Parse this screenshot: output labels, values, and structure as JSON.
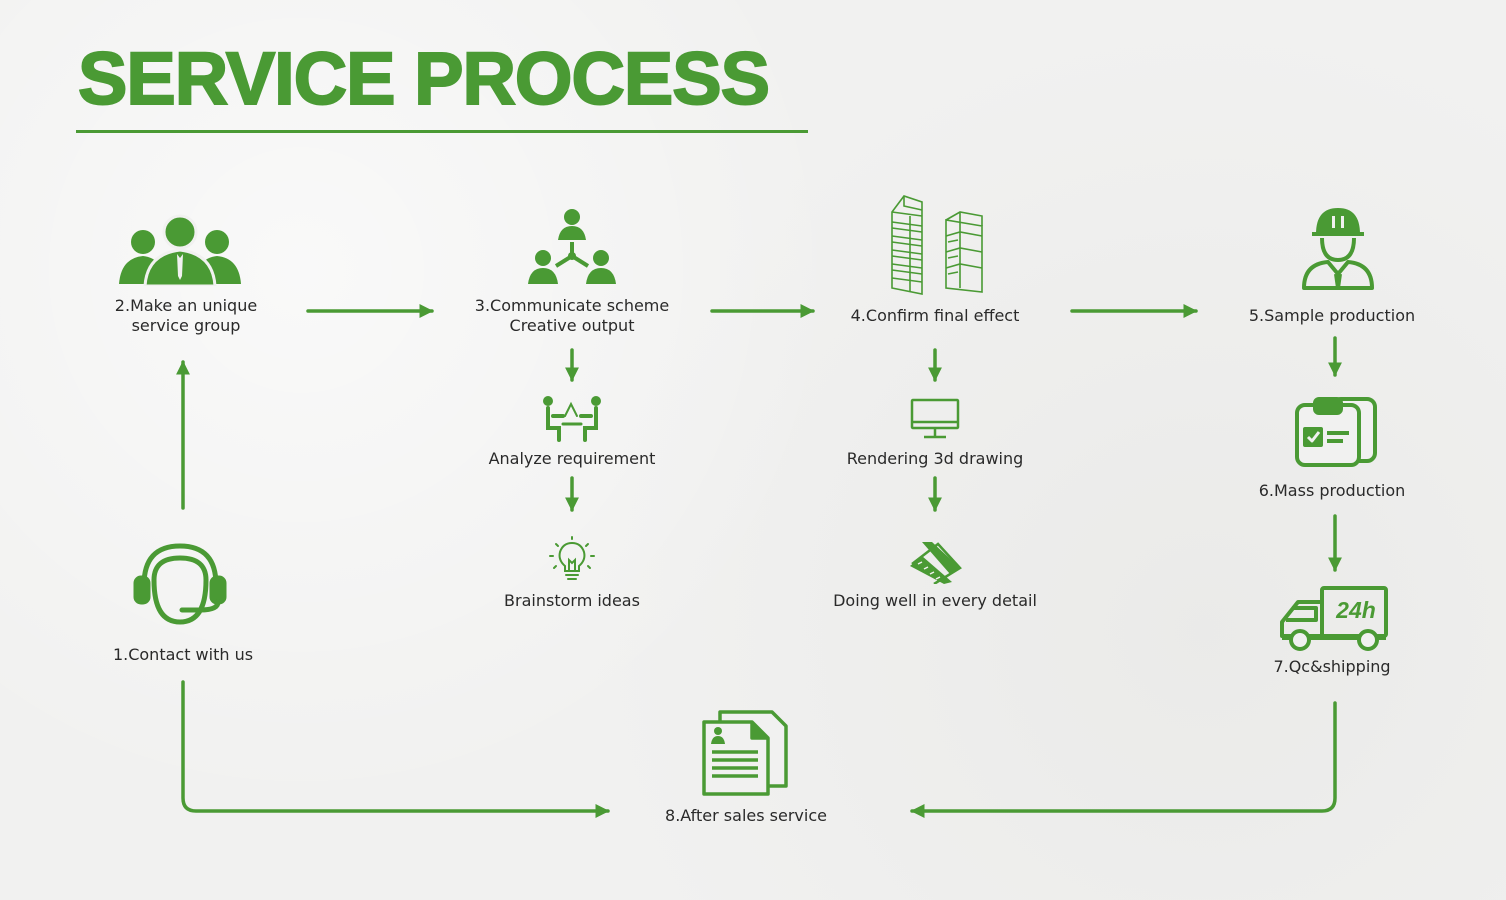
{
  "title": "SERVICE PROCESS",
  "steps": {
    "s1": "1.Contact with us",
    "s2_line1": "2.Make an unique",
    "s2_line2": "service group",
    "s3_line1": "3.Communicate scheme",
    "s3_line2": "Creative output",
    "s3a": "Analyze requirement",
    "s3b": "Brainstorm ideas",
    "s4": "4.Confirm final effect",
    "s4a": "Rendering 3d drawing",
    "s4b": "Doing well in every detail",
    "s5": "5.Sample production",
    "s6": "6.Mass production",
    "s7": "7.Qc&shipping",
    "s8": "8.After sales service"
  },
  "truck_badge": "24h",
  "colors": {
    "accent": "#4a9a34",
    "text": "#2a2a2a",
    "background": "#f1f1f0"
  },
  "icons": {
    "s1": "headset-icon",
    "s2": "team-icon",
    "s3": "network-people-icon",
    "s3a": "meeting-icon",
    "s3b": "lightbulb-icon",
    "s4": "display-rack-icon",
    "s4a": "monitor-icon",
    "s4b": "ruler-pencil-icon",
    "s5": "worker-icon",
    "s6": "clipboard-icon",
    "s7": "delivery-truck-icon",
    "s8": "documents-icon"
  }
}
